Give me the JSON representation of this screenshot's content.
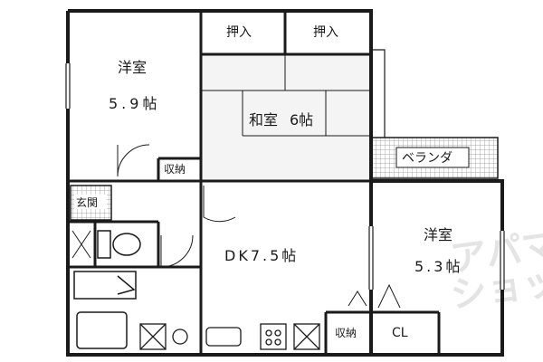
{
  "rooms": {
    "western_room_nw": {
      "name": "洋室",
      "size": "5.9帖"
    },
    "oshiire_left": "押入",
    "oshiire_right": "押入",
    "japanese_room": {
      "name": "和室",
      "size": "6帖"
    },
    "shuno_top": "収納",
    "balcony": "ベランダ",
    "genkan": "玄関",
    "dk": "DK7.5帖",
    "western_room_se": {
      "name": "洋室",
      "size": "5.3帖"
    },
    "shuno_bottom": "収納",
    "closet": "CL"
  },
  "watermark": "アパマンショップ",
  "colors": {
    "line": "#1a1a1a",
    "tatami": "#e6e6e6",
    "balcony_hatch": "#9a9a9a"
  }
}
